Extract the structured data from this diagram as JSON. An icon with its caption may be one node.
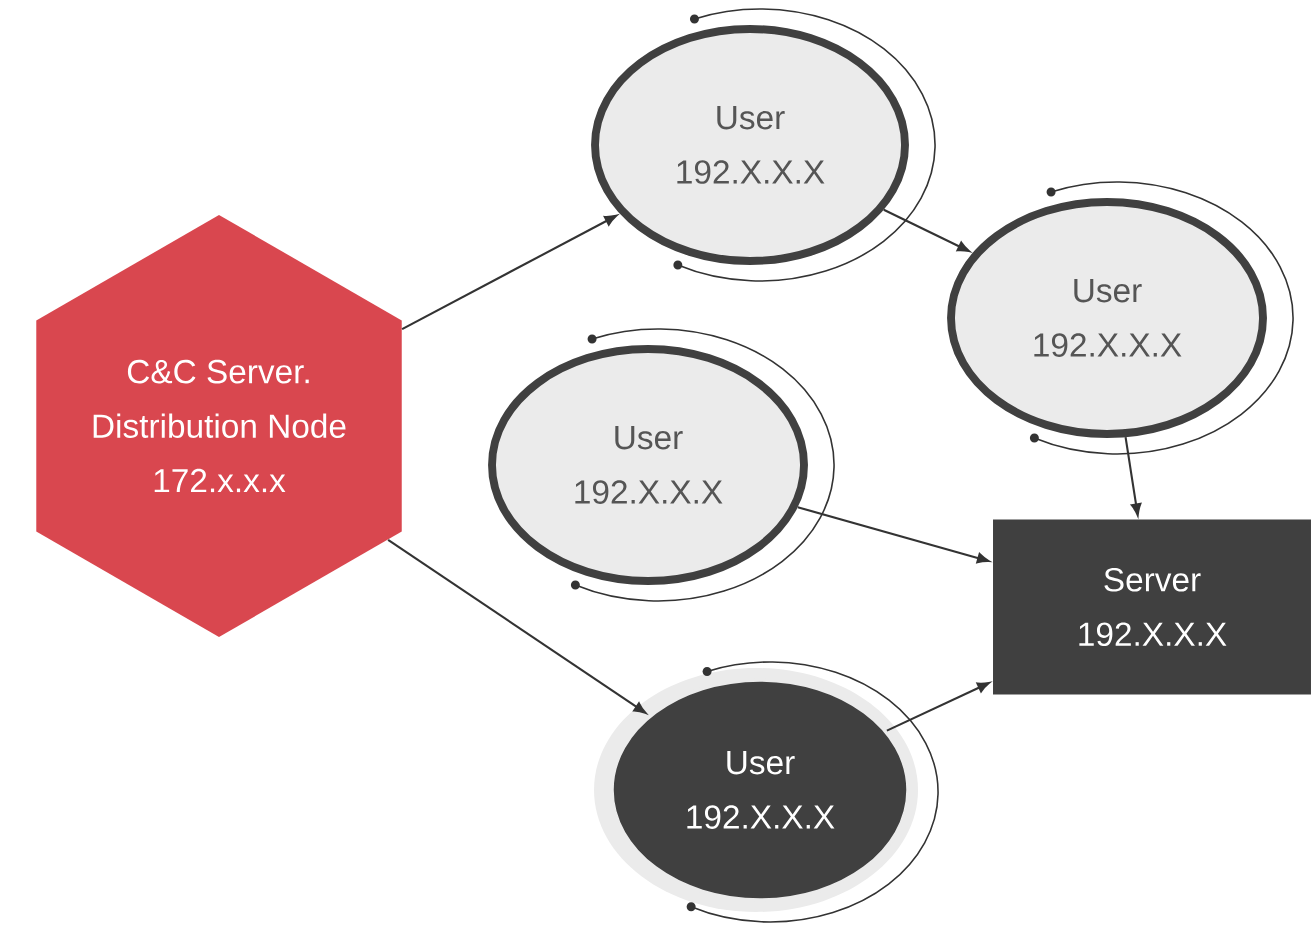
{
  "diagram": {
    "nodes": [
      {
        "text": [
          "C&C Server.",
          "Distribution Node",
          "172.x.x.x"
        ]
      },
      {
        "text": [
          "User",
          "192.X.X.X"
        ]
      },
      {
        "text": [
          "User",
          "192.X.X.X"
        ]
      },
      {
        "text": [
          "User",
          "192.X.X.X"
        ]
      },
      {
        "text": [
          "User",
          "192.X.X.X"
        ]
      },
      {
        "text": [
          "Server",
          "192.X.X.X"
        ]
      }
    ],
    "edges": [
      {
        "from": 0,
        "to": 1,
        "arrow": "to"
      },
      {
        "from": 1,
        "to": 2,
        "arrow": "to"
      },
      {
        "from": 2,
        "to": 5,
        "arrow": "to"
      },
      {
        "from": 3,
        "to": 5,
        "arrow": "to"
      },
      {
        "from": 0,
        "to": 4,
        "arrow": "to"
      },
      {
        "from": 4,
        "to": 5,
        "arrow": "to"
      }
    ]
  }
}
